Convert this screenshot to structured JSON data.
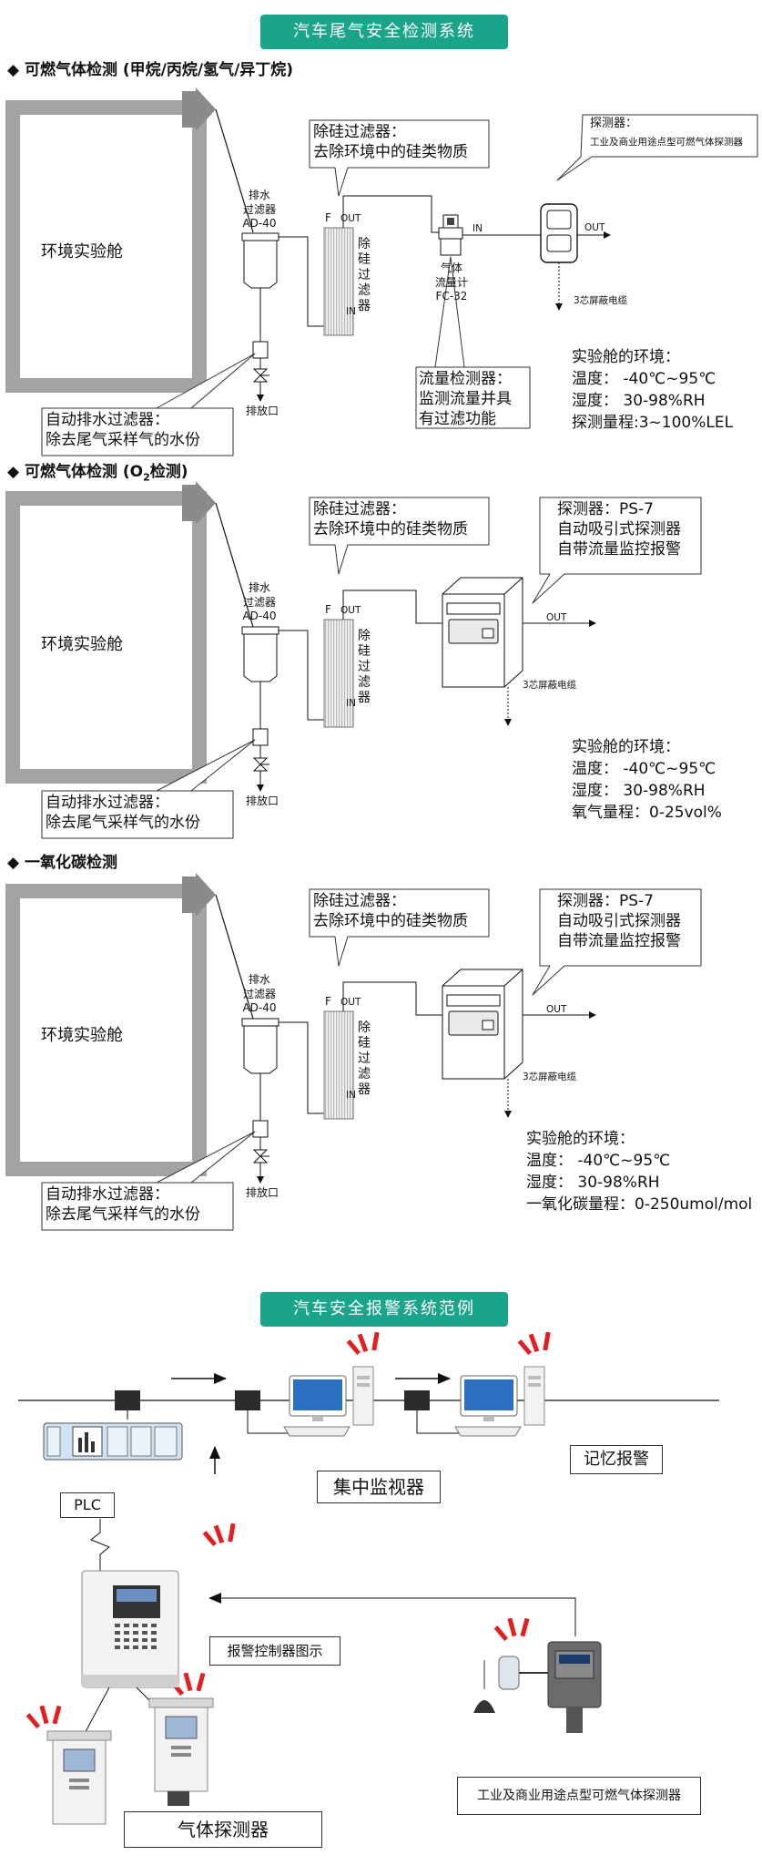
{
  "title_main": "汽车尾气安全检测系统",
  "title_alarm": "汽车安全报警系统范例",
  "section1": "◆  可燃气体检测 (甲烷/丙烷/氢气/异丁烷)",
  "section2_prefix": "◆  可燃气体检测 (O",
  "section2_sub": "2",
  "section2_suffix": "检测)",
  "section3": "◆  一氧化碳检测",
  "room_label": "环境实验舱",
  "drain_filter": [
    "排水",
    "过滤器",
    "AD-40"
  ],
  "port_f": "F",
  "port_out": "OUT",
  "port_in": "IN",
  "silicon_filter_vertical": "除硅过滤器",
  "silicon_bubble": [
    "除硅过滤器：",
    "去除环境中的硅类物质"
  ],
  "auto_drain_bubble": [
    "自动排水过滤器：",
    "除去尾气采样气的水份"
  ],
  "drain_outlet": "排放口",
  "flowmeter": [
    "气体",
    "流量计",
    "FC-32"
  ],
  "flow_bubble": [
    "流量检测器：",
    "监测流量并具",
    "有过滤功能"
  ],
  "detector1_bubble": [
    "探测器：",
    "工业及商业用途点型可燃气体探测器"
  ],
  "cable": "3芯屏蔽电缆",
  "env1": [
    "实验舱的环境：",
    "温度：  -40℃~95℃",
    "湿度：  30-98%RH",
    "探测量程:3~100%LEL"
  ],
  "ps7_bubble": [
    "探测器：PS-7",
    "自动吸引式探测器",
    "自带流量监控报警"
  ],
  "env2": [
    "实验舱的环境：",
    "温度：  -40℃~95℃",
    "湿度：  30-98%RH",
    "氧气量程：0-25vol%"
  ],
  "env3": [
    "实验舱的环境：",
    "温度：  -40℃~95℃",
    "湿度：  30-98%RH",
    "一氧化碳量程：0-250umol/mol"
  ],
  "plc": "PLC",
  "central_monitor": "集中监视器",
  "memory_alarm": "记忆报警",
  "controller_label": "报警控制器图示",
  "gas_detector": "气体探测器",
  "industrial_detector": "工业及商业用途点型可燃气体探测器",
  "colors": {
    "accent": "#1aa58a",
    "alarm": "#e02020",
    "arrow_gray": "#8a8a8a",
    "screen_blue": "#2a6fc0"
  }
}
